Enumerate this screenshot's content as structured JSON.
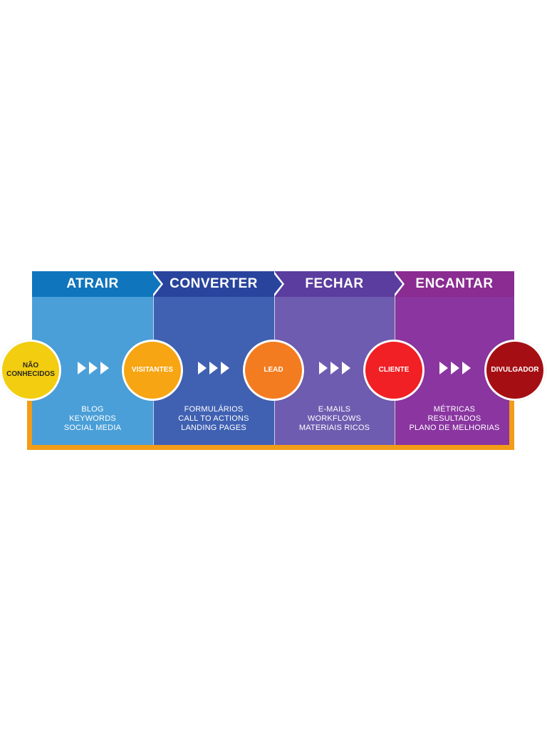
{
  "stages": [
    {
      "title": "ATRAIR",
      "header_color": "#0f75bc",
      "body_color": "#4a9fd8",
      "items": [
        "BLOG",
        "KEYWORDS",
        "SOCIAL MEDIA"
      ]
    },
    {
      "title": "CONVERTER",
      "header_color": "#29449c",
      "body_color": "#4061b2",
      "items": [
        "FORMULÁRIOS",
        "CALL TO ACTIONS",
        "LANDING PAGES"
      ]
    },
    {
      "title": "FECHAR",
      "header_color": "#5a3d9e",
      "body_color": "#6e5cb0",
      "items": [
        "E-MAILS",
        "WORKFLOWS",
        "MATERIAIS RICOS"
      ]
    },
    {
      "title": "ENCANTAR",
      "header_color": "#8a2c91",
      "body_color": "#8a35a0",
      "items": [
        "MÉTRICAS",
        "RESULTADOS",
        "PLANO DE MELHORIAS"
      ]
    }
  ],
  "nodes": [
    {
      "label_1": "NÃO",
      "label_2": "CONHECIDOS",
      "color": "#f2cd10"
    },
    {
      "label_1": "VISITANTES",
      "label_2": "",
      "color": "#f7a512"
    },
    {
      "label_1": "LEAD",
      "label_2": "",
      "color": "#f47c20"
    },
    {
      "label_1": "CLIENTE",
      "label_2": "",
      "color": "#f02025"
    },
    {
      "label_1": "DIVULGADOR",
      "label_2": "",
      "color": "#a50f14"
    }
  ],
  "frame_color": "#f29c17",
  "arrow_icon": "triple-chevron-right-icon"
}
